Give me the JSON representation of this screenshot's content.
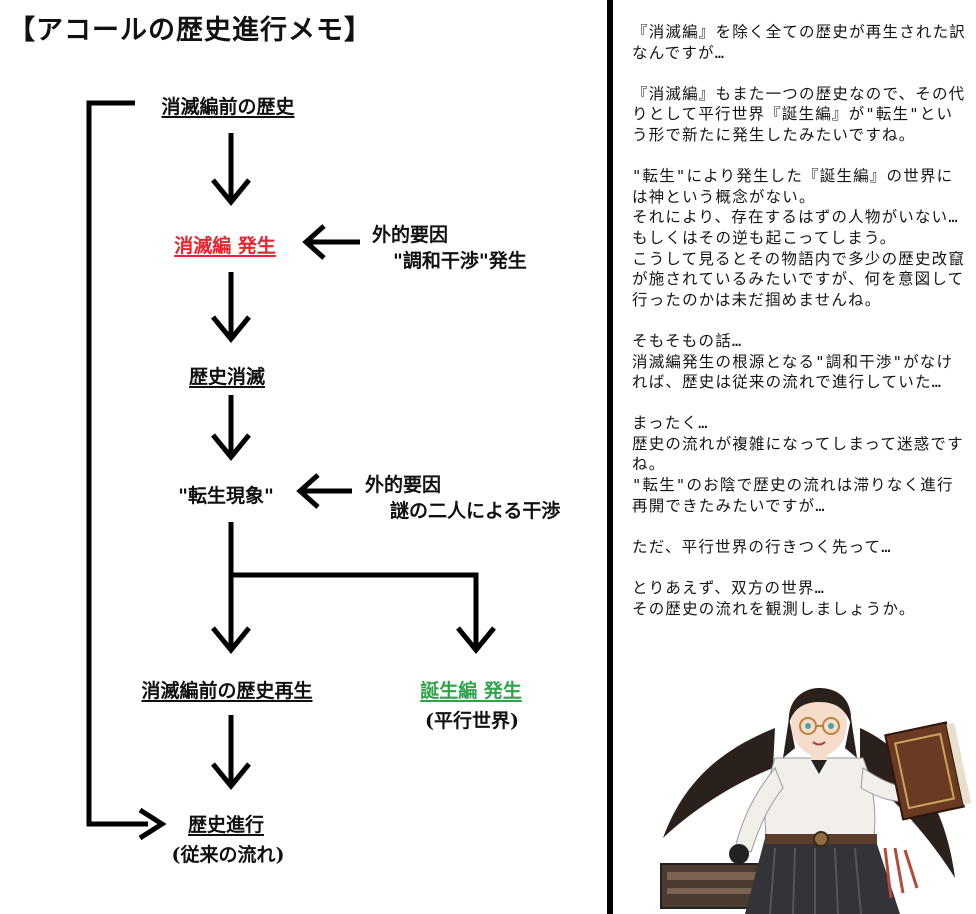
{
  "title": "【アコールの歴史進行メモ】",
  "flow": {
    "node_before": "消滅編前の歴史",
    "node_occur": "消滅編 発生",
    "node_vanish": "歴史消滅",
    "node_reincarnation": "\"転生現象\"",
    "node_regen": "消滅編前の歴史再生",
    "node_birth": "誕生編 発生",
    "node_birth_note": "(平行世界)",
    "node_progress": "歴史進行",
    "node_progress_note": "(従来の流れ)",
    "factor1_title": "外的要因",
    "factor1_detail": "\"調和干渉\"発生",
    "factor2_title": "外的要因",
    "factor2_detail": "謎の二人による干渉"
  },
  "colors": {
    "red_node": "#e8232f",
    "green_node": "#2ea44a",
    "line": "#000000"
  },
  "memo": {
    "paragraphs": [
      "『消滅編』を除く全ての歴史が再生された訳なんですが…",
      "『消滅編』もまた一つの歴史なので、その代りとして平行世界『誕生編』が\"転生\"という形で新たに発生したみたいですね。",
      "\"転生\"により発生した『誕生編』の世界には神という概念がない。\nそれにより、存在するはずの人物がいない…もしくはその逆も起こってしまう。\nこうして見るとその物語内で多少の歴史改竄が施されているみたいですが、何を意図して行ったのかは未だ掴めませんね。",
      "そもそもの話…\n消滅編発生の根源となる\"調和干渉\"がなければ、歴史は従来の流れで進行していた…",
      "まったく…\n歴史の流れが複雑になってしまって迷惑ですね。\n\"転生\"のお陰で歴史の流れは滞りなく進行再開できたみたいですが…",
      "ただ、平行世界の行きつく先って…",
      "とりあえず、双方の世界…\nその歴史の流れを観測しましょうか。"
    ]
  },
  "character_illustration": "girl-with-glasses-holding-book"
}
